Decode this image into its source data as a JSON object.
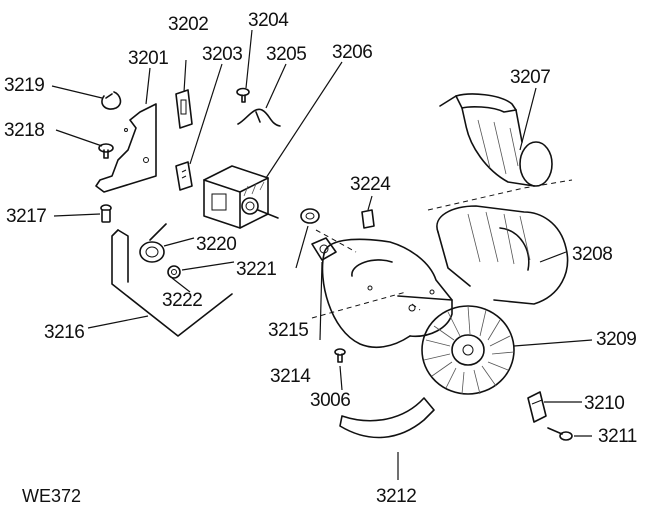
{
  "diagram": {
    "code": "WE372",
    "labels": {
      "p3201": "3201",
      "p3202": "3202",
      "p3203": "3203",
      "p3204": "3204",
      "p3205": "3205",
      "p3206": "3206",
      "p3207": "3207",
      "p3208": "3208",
      "p3209": "3209",
      "p3210": "3210",
      "p3211": "3211",
      "p3212": "3212",
      "p3214": "3214",
      "p3215": "3215",
      "p3216": "3216",
      "p3217": "3217",
      "p3218": "3218",
      "p3219": "3219",
      "p3220": "3220",
      "p3221": "3221",
      "p3222": "3222",
      "p3224": "3224",
      "p3006": "3006"
    }
  }
}
